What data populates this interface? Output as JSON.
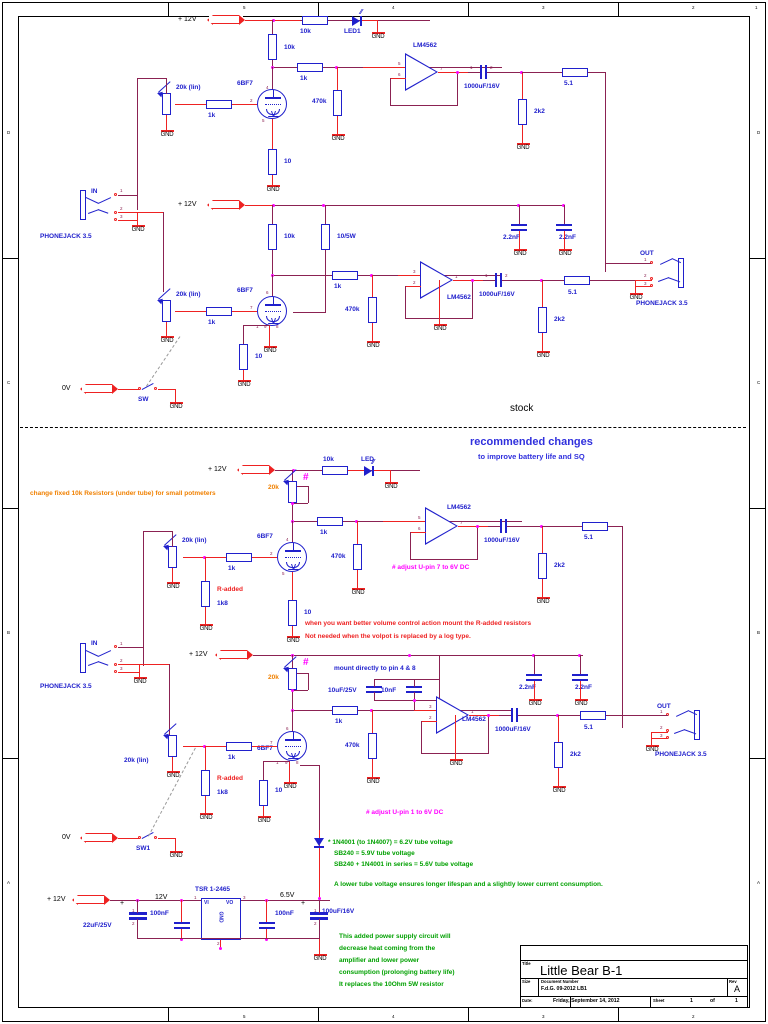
{
  "sheet": {
    "frame": {
      "columns": [
        "5",
        "4",
        "3",
        "2",
        "1"
      ],
      "rows": [
        "D",
        "C",
        "B",
        "A"
      ]
    }
  },
  "title_block": {
    "title_label": "Title",
    "title": "Little Bear B-1",
    "size_label": "Size",
    "size": "",
    "docnum_label": "Document Number",
    "docnum": "F.d.G. 09-2012 LB1",
    "rev_label": "Rev",
    "rev": "A",
    "date_label": "Date:",
    "date": "Friday, September 14, 2012",
    "sheet_label": "Sheet",
    "sheet_num": "1",
    "sheet_of": "of",
    "sheet_total": "1"
  },
  "section_labels": {
    "stock": "stock",
    "recommended_title": "recommended changes",
    "recommended_sub": "to improve battery life and SQ"
  },
  "notes": {
    "orange_potmeters": "change fixed 10k Resistors (under tube) for small potmeters",
    "red_radded_line1": "when you want better volume control action mount the R-added resistors",
    "red_radded_line2": "Not needed when the volpot is replaced by a log type.",
    "mag_adjust_pin7": "#  adjust U-pin 7 to 6V DC",
    "mag_adjust_pin1": "#  adjust U-pin 1 to 6V DC",
    "mount_directly": "mount directly to pin 4 & 8",
    "green_diode_1": "* 1N4001 (to 1N4007) = 6.2V tube voltage",
    "green_diode_2": "SB240 = 5.9V tube voltage",
    "green_diode_3": "SB240 + 1N4001 in series = 5.6V tube voltage",
    "green_diode_4": "A lower tube voltage ensures longer lifespan and a slightly lower current consumption.",
    "green_psu_1": "This added power supply circuit will",
    "green_psu_2": "decrease heat coming from the",
    "green_psu_3": "amplifier and lower power",
    "green_psu_4": "consumption (prolonging battery life)",
    "green_psu_5": "It replaces the 10Ohm 5W resistor"
  },
  "colors": {
    "wire": "#8b2252",
    "wire_red": "#ee2222",
    "component": "#2020cc",
    "junction": "#ff00ff",
    "orange_note": "#f08000",
    "red_note": "#ee2222",
    "green_note": "#00a000",
    "magenta_note": "#ff00ff"
  },
  "stock_circuit": {
    "channel_a": {
      "supply": "+ 12V",
      "r_led_series": "10k",
      "led": "LED1",
      "r_plate_top": "10k",
      "tube": "6BF7",
      "pot": "20k (lin)",
      "r_grid": "1k",
      "r_cathode": "10",
      "r_coupling": "1k",
      "r_grid_leak": "470k",
      "opamp": "LM4562",
      "c_output": "1000uF/16V",
      "r_load": "2k2",
      "r_series_out": "5.1",
      "gnd": "GND",
      "tube_pins": [
        "4",
        "2",
        "5"
      ],
      "opamp_pins": [
        "5",
        "6",
        "7"
      ],
      "cap_pins": [
        "1",
        "2"
      ]
    },
    "channel_b": {
      "supply": "+ 12V",
      "input_label": "IN",
      "input_jack": "PHONEJACK 3.5",
      "jack_pins": [
        "1",
        "2",
        "3"
      ],
      "pot": "20k (lin)",
      "r_grid": "1k",
      "tube": "6BF7",
      "r_cathode": "10",
      "r_plate_top": "10k",
      "r_heater": "10/5W",
      "r_coupling": "1k",
      "r_grid_leak": "470k",
      "opamp": "LM4562",
      "c_decouple_1": "2.2nF",
      "c_decouple_2": "2.2nF",
      "c_output": "1000uF/16V",
      "r_load": "2k2",
      "r_series_out": "5.1",
      "output_label": "OUT",
      "output_jack": "PHONEJACK 3.5",
      "switch": "SW",
      "switch_net": "0V",
      "gnd": "GND",
      "tube_pins": [
        "6",
        "7",
        "1",
        "9",
        "8"
      ],
      "opamp_pins": [
        "3",
        "2",
        "1"
      ],
      "cap_pins": [
        "1",
        "2"
      ]
    }
  },
  "mod_circuit": {
    "channel_a": {
      "supply": "+ 12V",
      "r_led_series": "10k",
      "led": "LED",
      "trimmer": "20k",
      "trimmer_mark": "#",
      "tube": "6BF7",
      "pot": "20k (lin)",
      "r_grid": "1k",
      "r_added": "R-added",
      "r_added_val": "1k8",
      "r_cathode": "10",
      "r_coupling": "1k",
      "r_grid_leak": "470k",
      "opamp": "LM4562",
      "c_output": "1000uF/16V",
      "r_load": "2k2",
      "r_series_out": "5.1",
      "gnd": "GND"
    },
    "channel_b": {
      "supply": "+ 12V",
      "input_label": "IN",
      "input_jack": "PHONEJACK 3.5",
      "pot": "20k (lin)",
      "r_grid": "1k",
      "r_added": "R-added",
      "r_added_val": "1k8",
      "trimmer": "20k",
      "trimmer_mark": "#",
      "tube": "6BF7",
      "r_cathode": "10",
      "c_bypass_1": "10uF/25V",
      "c_bypass_2": "10nF",
      "r_coupling": "1k",
      "r_grid_leak": "470k",
      "opamp": "LM4562",
      "c_decouple_1": "2.2nF",
      "c_decouple_2": "2.2nF",
      "c_output": "1000uF/16V",
      "r_load": "2k2",
      "r_series_out": "5.1",
      "output_label": "OUT",
      "output_jack": "PHONEJACK 3.5",
      "switch": "SW1",
      "switch_net": "0V",
      "gnd": "GND"
    }
  },
  "psu_circuit": {
    "input": "+ 12V",
    "c_in": "22uF/25V",
    "c_in_polarity": "+",
    "v_in_label": "12V",
    "c_in2": "100nF",
    "regulator": "TSR 1-2465",
    "reg_pin_vi": "VI",
    "reg_pin_vo": "VO",
    "reg_pin_gnd": "GND",
    "v_out_label": "6.5V",
    "c_out": "100nF",
    "c_out2": "100uF/16V",
    "c_out2_polarity": "+",
    "gnd": "GND"
  }
}
